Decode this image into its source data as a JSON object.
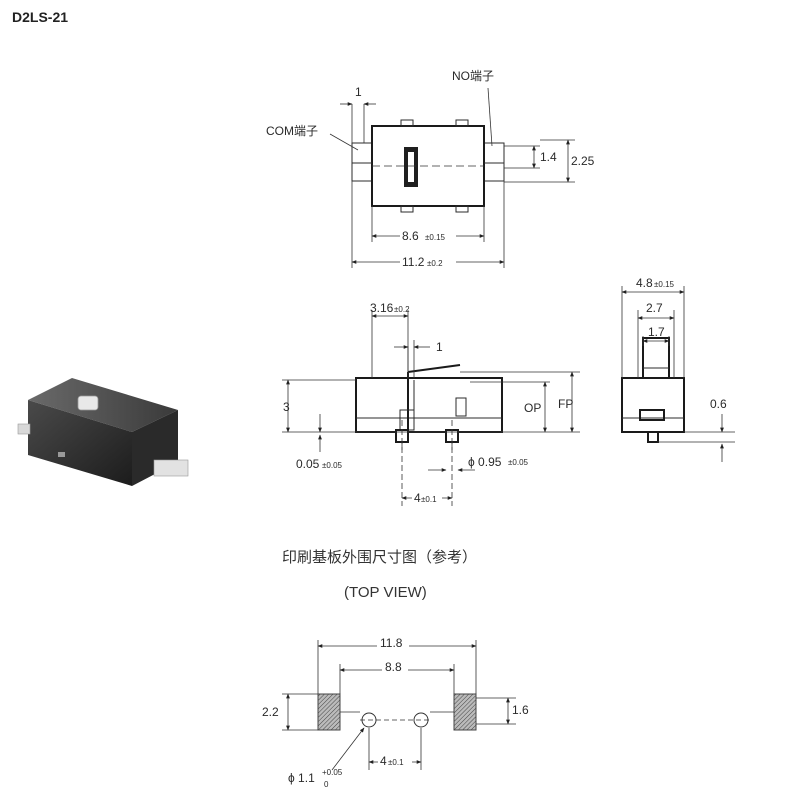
{
  "title": "D2LS-21",
  "top_view": {
    "com_label": "COM端子",
    "no_label": "NO端子",
    "dim_1": "1",
    "dim_1_4": "1.4",
    "dim_2_25": "2.25",
    "dim_8_6": "8.6",
    "tol_8_6": "±0.15",
    "dim_11_2": "11.2",
    "tol_11_2": "±0.2"
  },
  "front_view": {
    "dim_3_16": "3.16",
    "tol_3_16": "±0.2",
    "dim_1": "1",
    "dim_3": "3",
    "op": "OP",
    "fp": "FP",
    "dim_0_05": "0.05",
    "tol_0_05": "±0.05",
    "phi_0_95": "ϕ 0.95",
    "tol_0_95": "±0.05",
    "dim_4": "4",
    "tol_4": "±0.1"
  },
  "side_view": {
    "dim_4_8": "4.8",
    "tol_4_8": "±0.15",
    "dim_2_7": "2.7",
    "dim_1_7": "1.7",
    "dim_0_6": "0.6"
  },
  "pcb_caption": "印刷基板外围尺寸图（参考）",
  "pcb_subcaption": "(TOP VIEW)",
  "pcb": {
    "dim_11_8": "11.8",
    "dim_8_8": "8.8",
    "dim_2_2": "2.2",
    "dim_1_6": "1.6",
    "phi_1_1": "ϕ 1.1",
    "tol_1_1_upper": "+0.05",
    "tol_1_1_lower": "0",
    "dim_4": "4",
    "tol_4": "±0.1"
  }
}
